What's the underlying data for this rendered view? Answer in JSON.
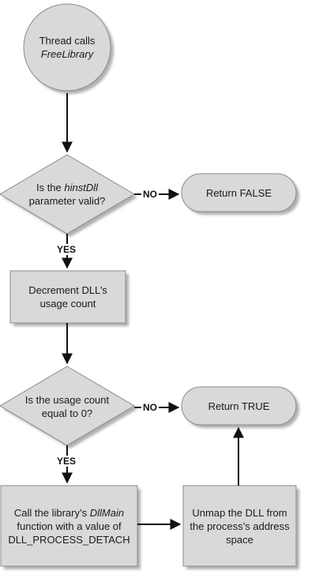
{
  "colors": {
    "shape_fill": "#d9d9d9",
    "shape_stroke": "#8c8c8c",
    "shadow": "#6e6e6e",
    "arrow": "#111111"
  },
  "nodes": {
    "start": {
      "line1": "Thread calls",
      "line2_em": "FreeLibrary"
    },
    "decision_valid": {
      "pre": "Is the ",
      "em": "hinstDll",
      "line2": "parameter valid?"
    },
    "return_false": {
      "label": "Return FALSE"
    },
    "decrement": {
      "line1": "Decrement DLL’s",
      "line2": "usage count"
    },
    "decision_zero": {
      "line1": "Is the usage count",
      "line2": "equal to 0?"
    },
    "return_true": {
      "label": "Return TRUE"
    },
    "call_dllmain": {
      "pre": "Call the library’s ",
      "em": "DllMain",
      "line2": "function with a value of",
      "line3": "DLL_PROCESS_DETACH"
    },
    "unmap": {
      "line1": "Unmap the DLL from",
      "line2": "the process’s address",
      "line3": "space"
    }
  },
  "edge_labels": {
    "valid_no": "NO",
    "valid_yes": "YES",
    "zero_no": "NO",
    "zero_yes": "YES"
  }
}
